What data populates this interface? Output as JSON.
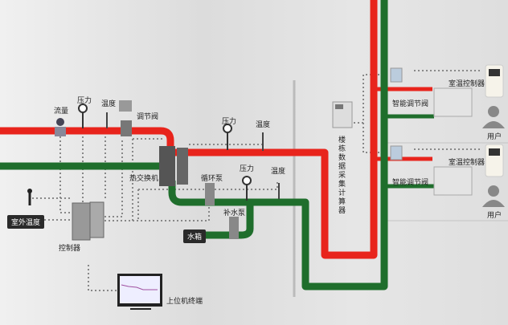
{
  "colors": {
    "supply": "#e8241c",
    "return": "#1f6e2c",
    "signal": "#888888"
  },
  "labels": {
    "flow": "流量",
    "pressure1": "压力",
    "temp1": "温度",
    "valve": "调节阀",
    "pressure2": "压力",
    "temp2": "温度",
    "heat_exchanger": "热交换机",
    "circ_pump": "循环泵",
    "pressure3": "压力",
    "temp3": "温度",
    "makeup_pump": "补水泵",
    "water_tank": "水箱",
    "outdoor_temp": "室外温度",
    "controller": "控制器",
    "host_terminal": "上位机终端",
    "building_collector": "楼栋数据采集计算器",
    "smart_valve_1": "智能调节阀",
    "smart_valve_2": "智能调节阀",
    "room_ctrl_1": "室温控制器",
    "room_ctrl_2": "室温控制器",
    "user_1": "用户",
    "user_2": "用户"
  }
}
